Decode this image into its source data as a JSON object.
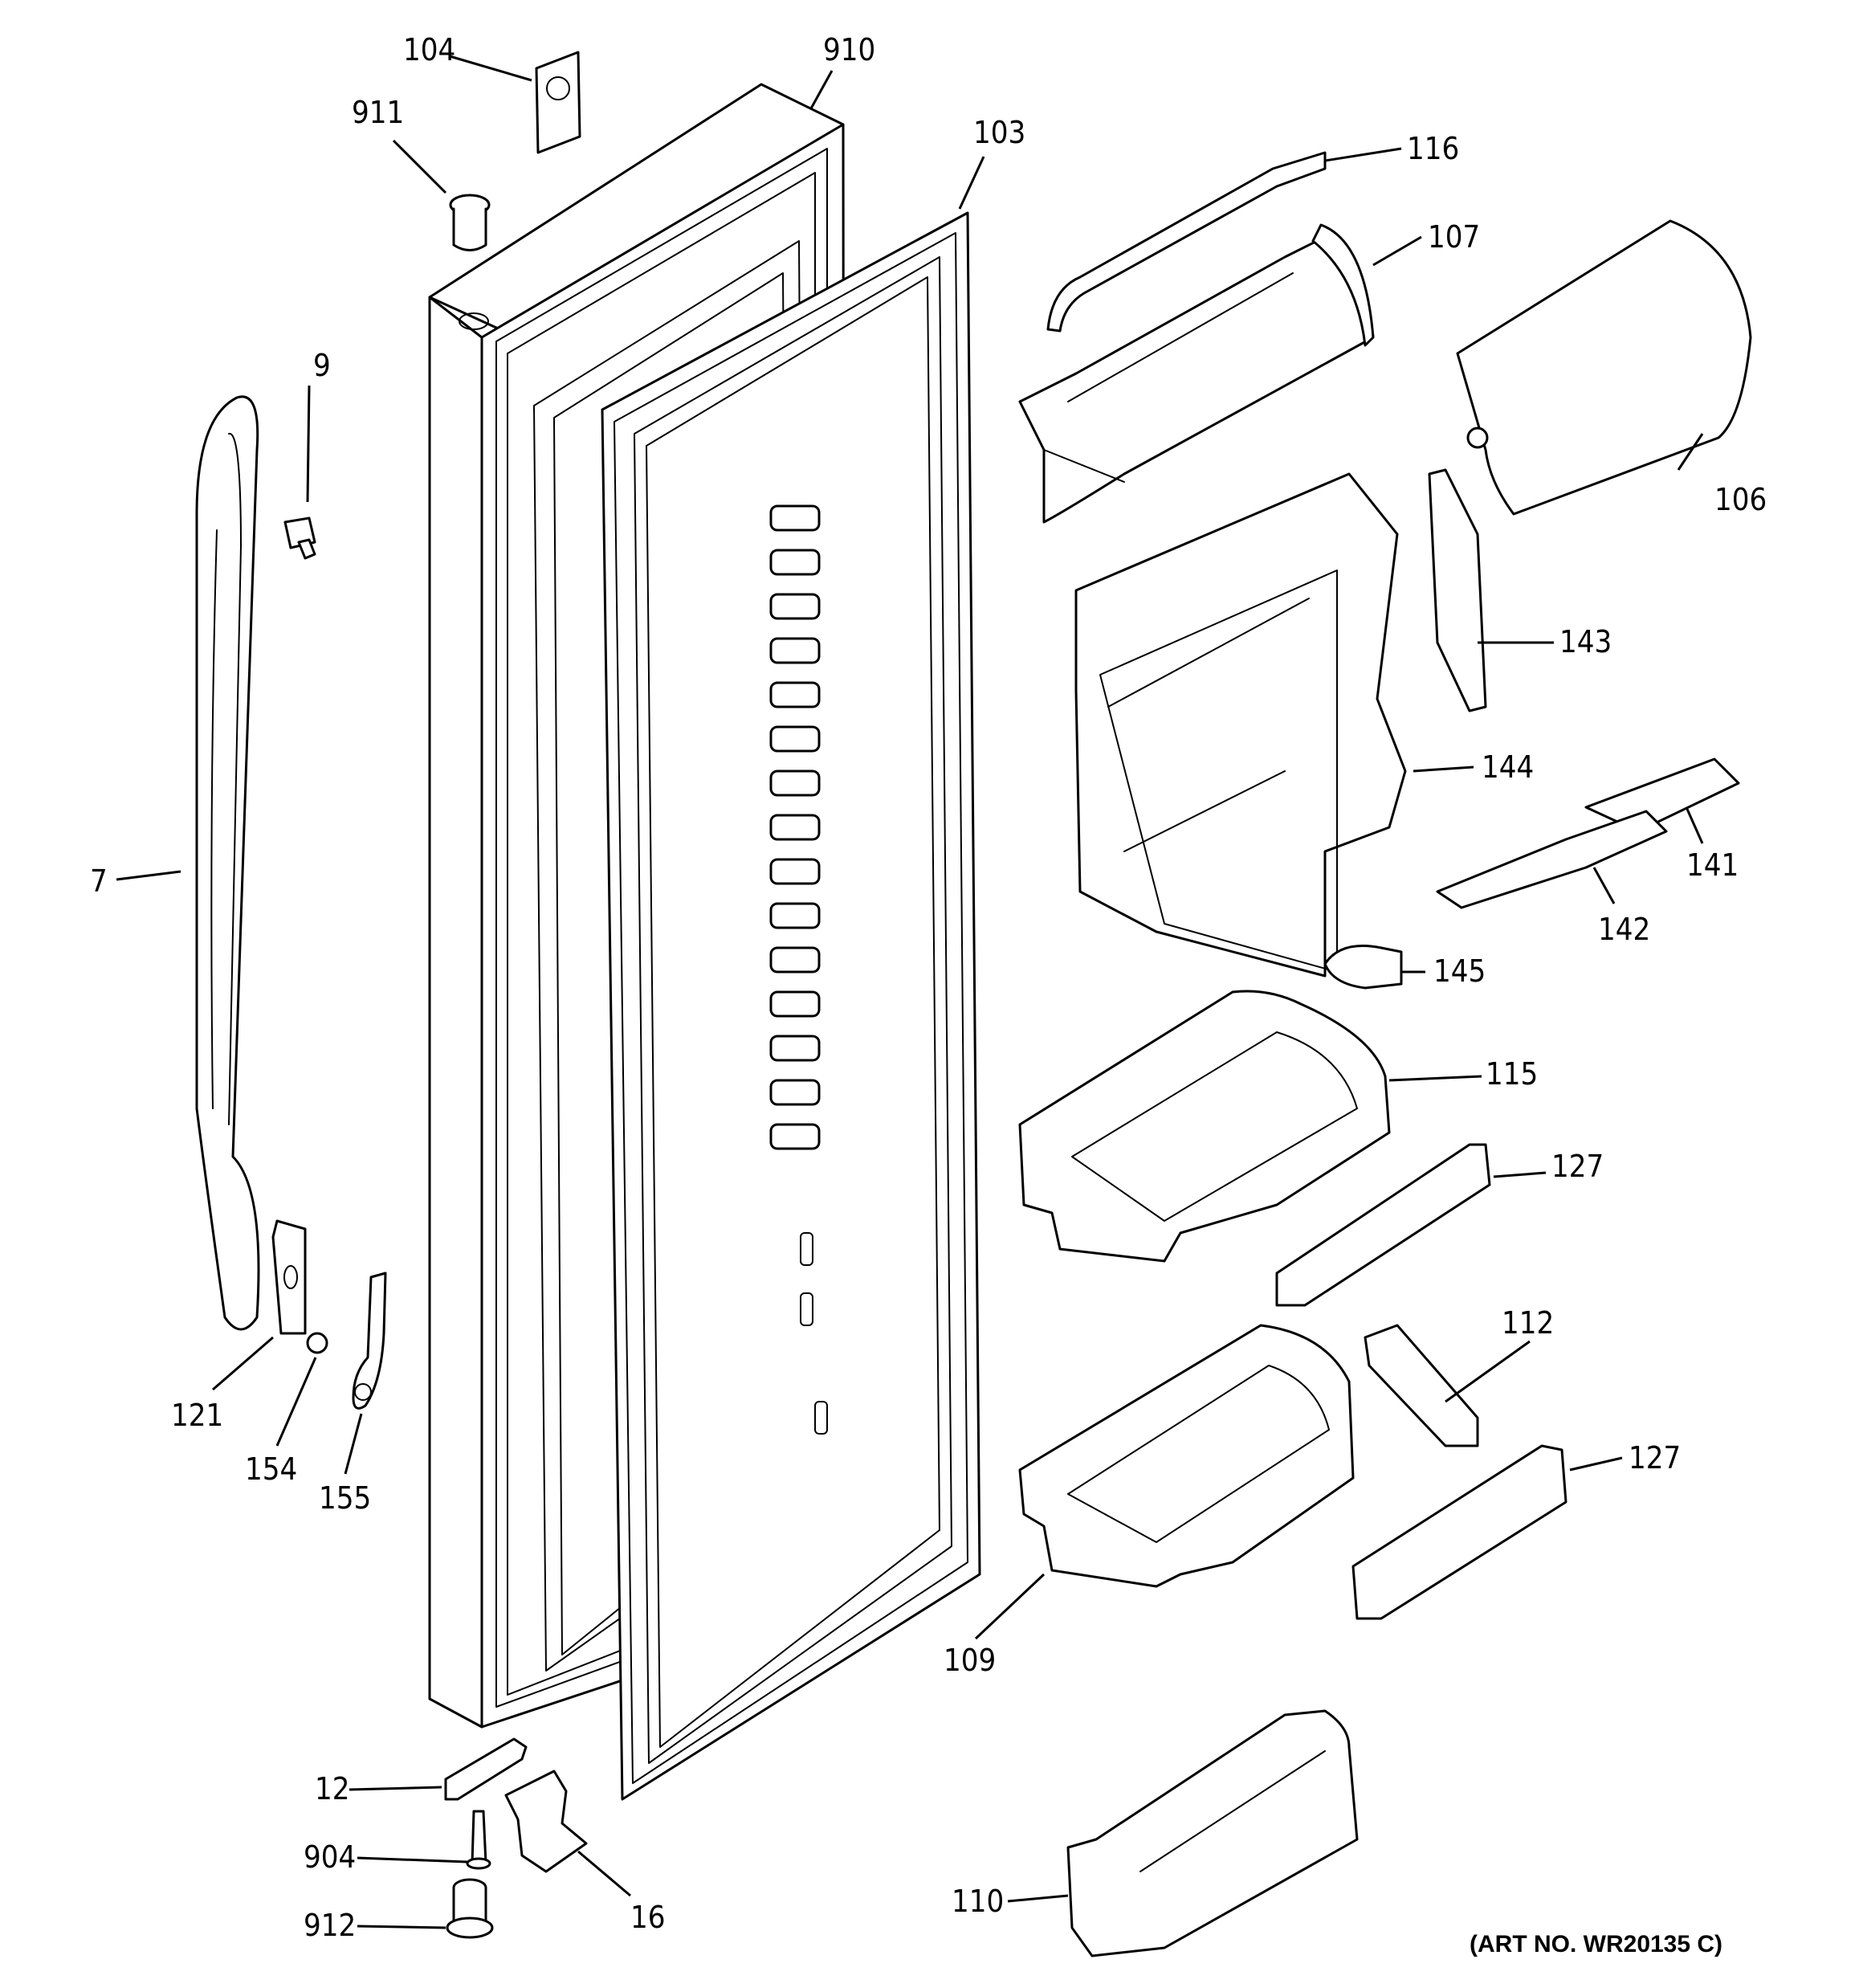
{
  "labels": {
    "l104": "104",
    "l910": "910",
    "l911": "911",
    "l103": "103",
    "l116": "116",
    "l107": "107",
    "l106": "106",
    "l9": "9",
    "l143": "143",
    "l7": "7",
    "l144": "144",
    "l141": "141",
    "l142": "142",
    "l145": "145",
    "l115": "115",
    "l127a": "127",
    "l121": "121",
    "l154": "154",
    "l155": "155",
    "l112": "112",
    "l127b": "127",
    "l109": "109",
    "l12": "12",
    "l904": "904",
    "l16": "16",
    "l912": "912",
    "l110": "110"
  },
  "art_no": "(ART NO. WR20135 C)"
}
